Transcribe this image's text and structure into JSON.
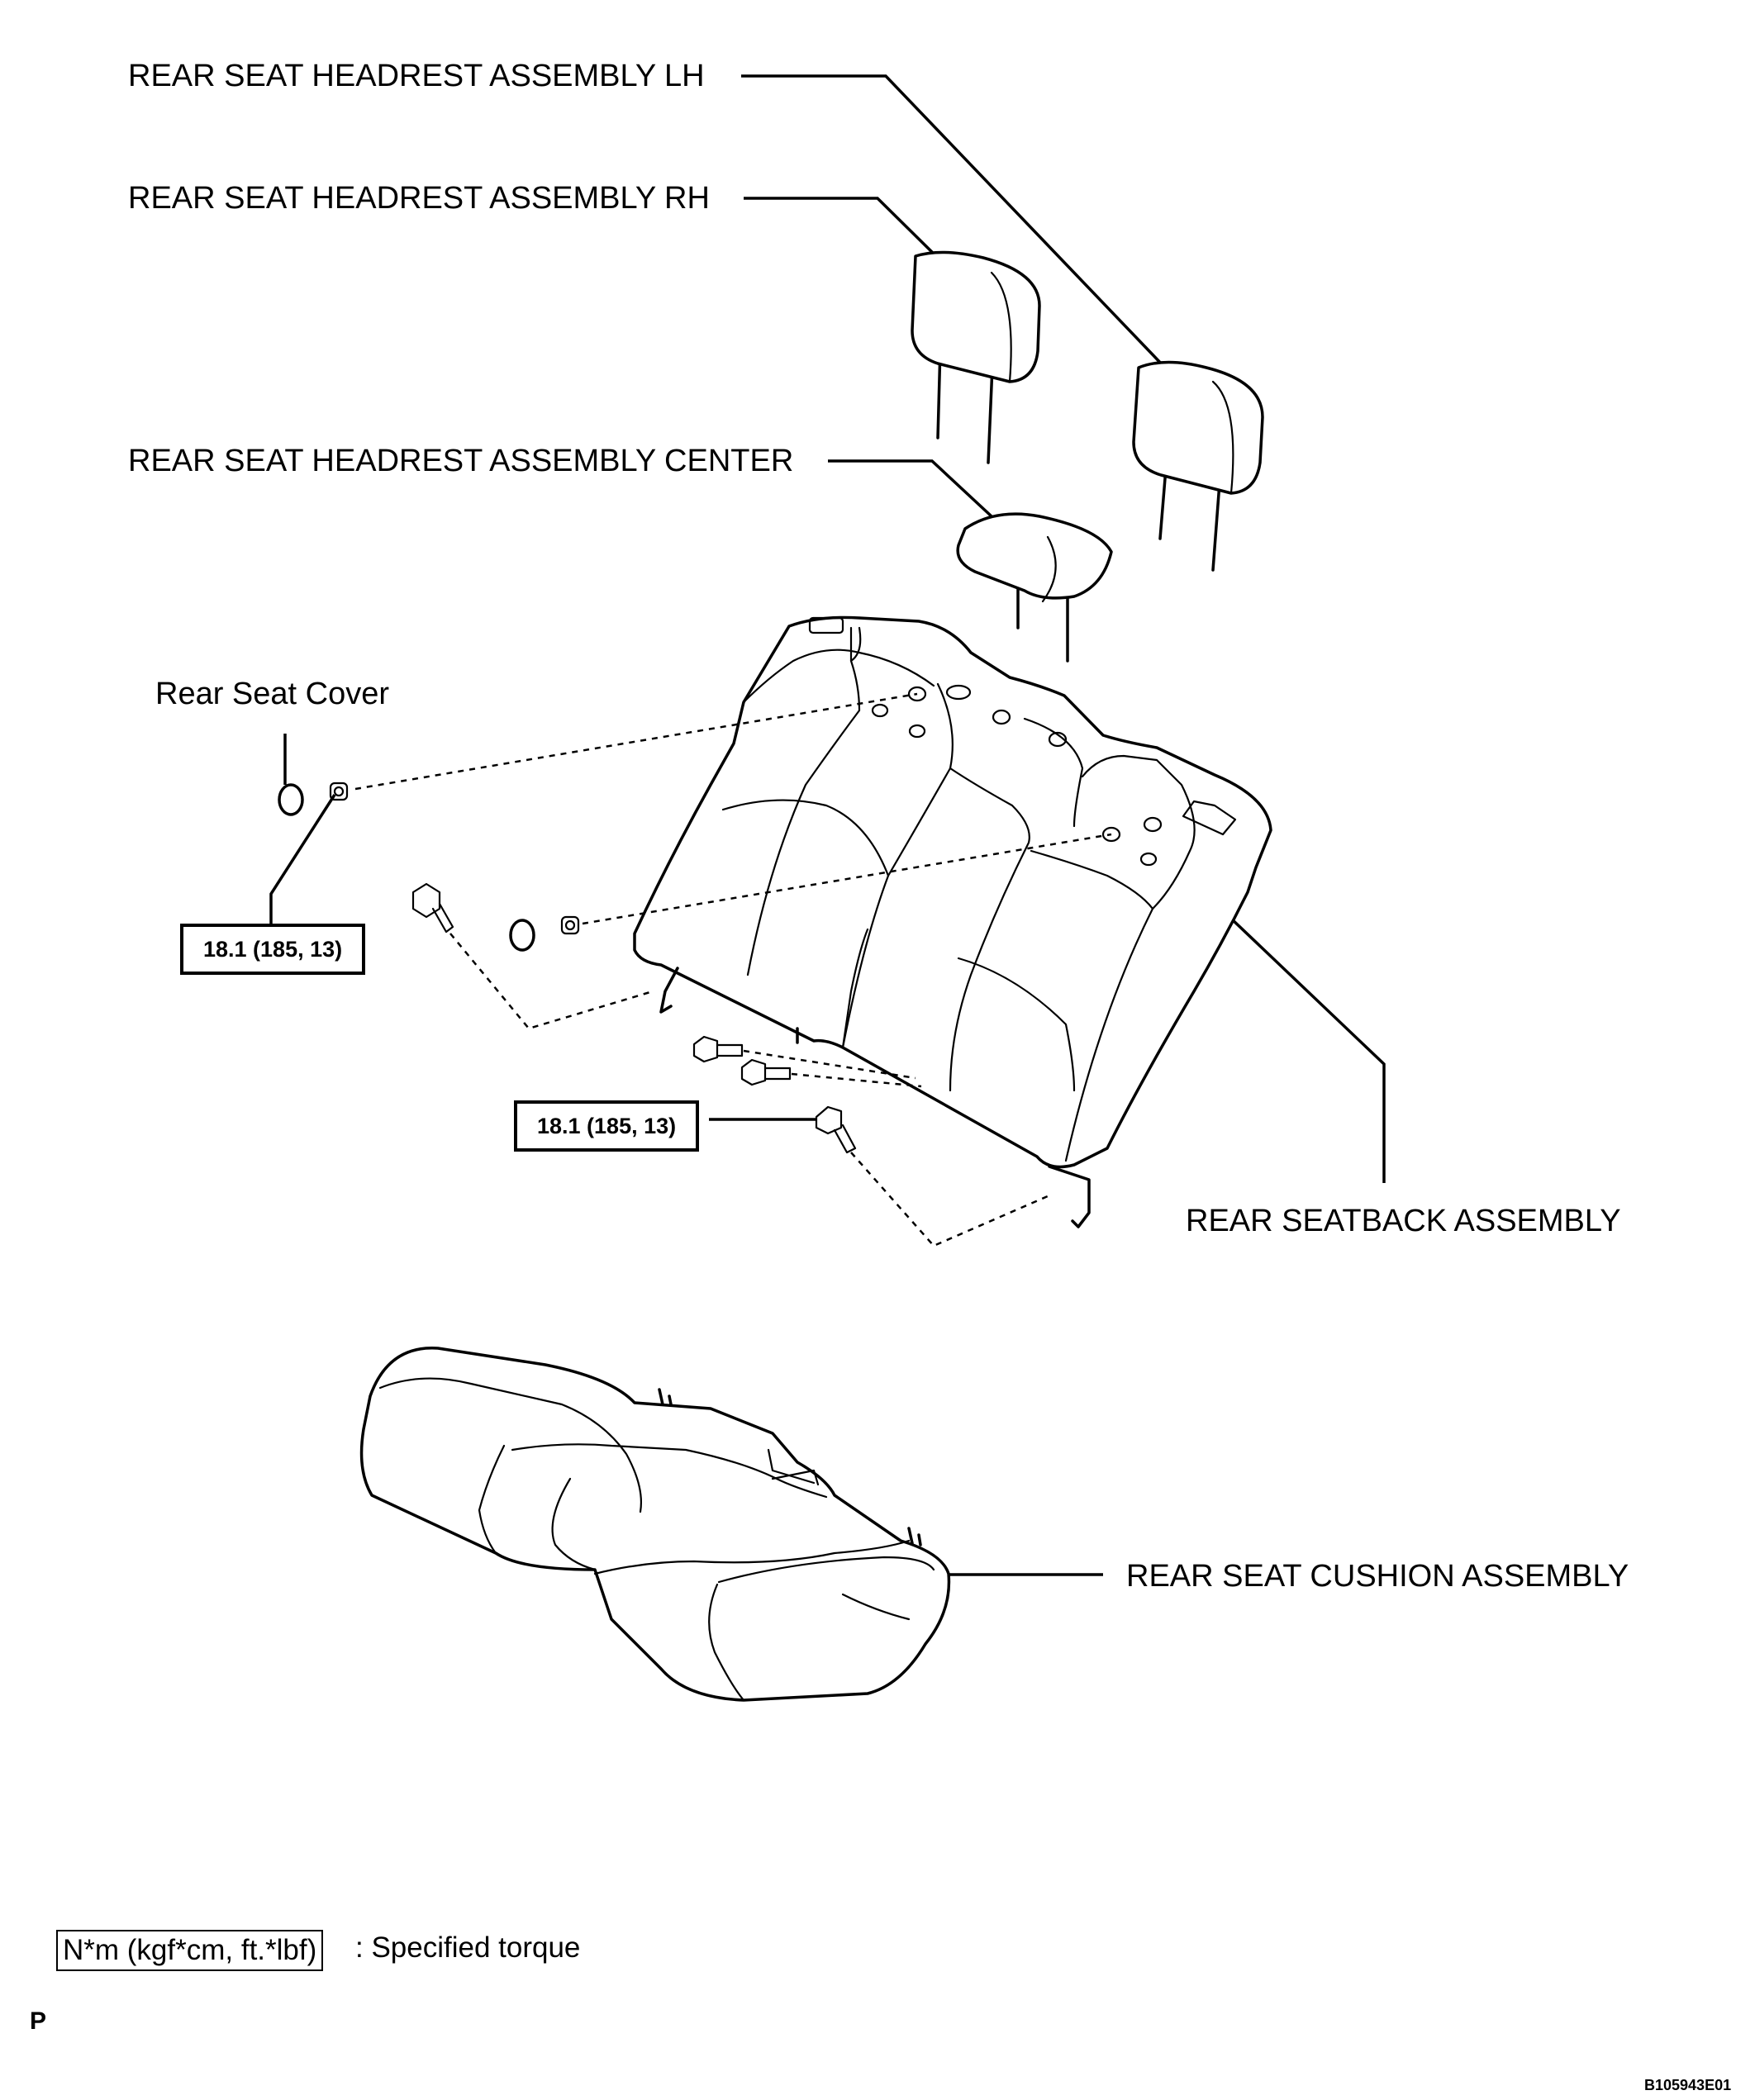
{
  "labels": {
    "headrest_lh": "REAR SEAT HEADREST ASSEMBLY LH",
    "headrest_rh": "REAR SEAT HEADREST ASSEMBLY RH",
    "headrest_center": "REAR SEAT HEADREST ASSEMBLY CENTER",
    "seat_cover": "Rear Seat Cover",
    "seatback": "REAR SEATBACK ASSEMBLY",
    "cushion": "REAR SEAT CUSHION ASSEMBLY"
  },
  "torque": {
    "upper": "18.1 (185, 13)",
    "lower": "18.1 (185, 13)"
  },
  "legend": {
    "unit": "N*m (kgf*cm, ft.*lbf)",
    "description": ": Specified torque"
  },
  "page_mark": "P",
  "figure_code": "B105943E01"
}
